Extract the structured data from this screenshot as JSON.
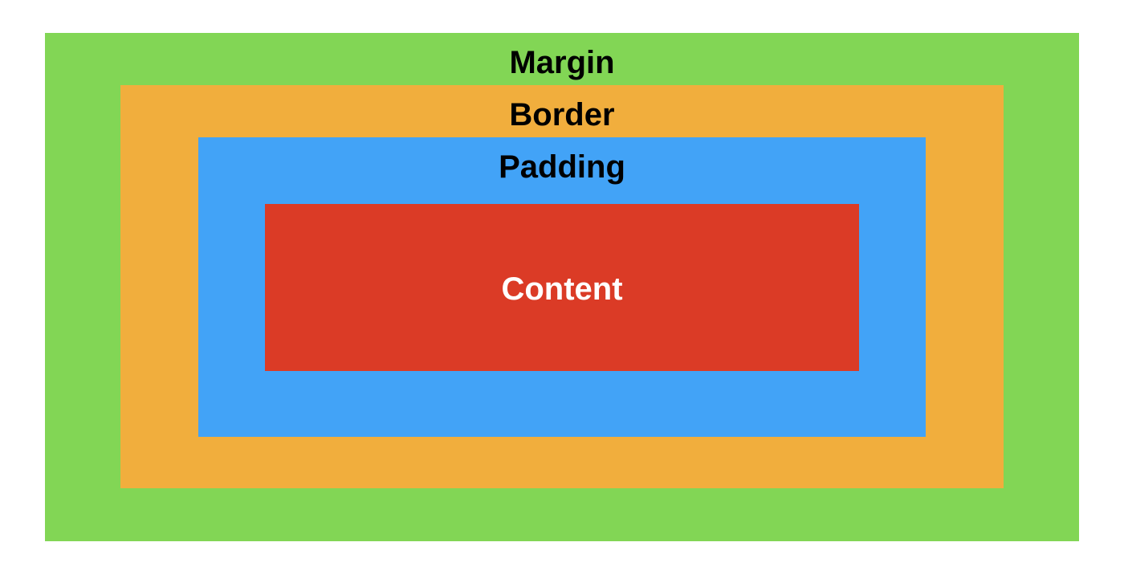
{
  "layers": {
    "margin": {
      "label": "Margin",
      "color": "#82d655",
      "text_color": "#000000"
    },
    "border": {
      "label": "Border",
      "color": "#f1ae3d",
      "text_color": "#000000"
    },
    "padding": {
      "label": "Padding",
      "color": "#42a3f7",
      "text_color": "#000000"
    },
    "content": {
      "label": "Content",
      "color": "#db3b26",
      "text_color": "#ffffff"
    }
  }
}
